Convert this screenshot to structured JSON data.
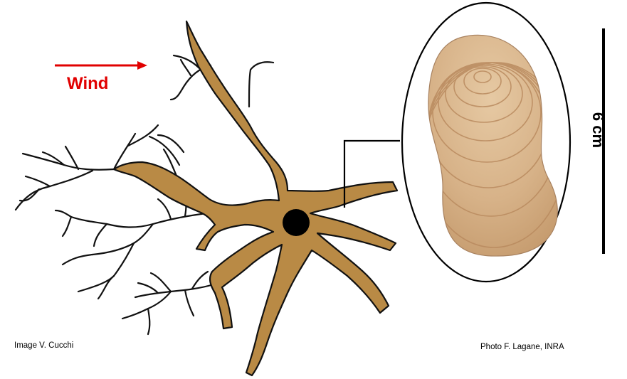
{
  "wind": {
    "label": "Wind",
    "color": "#e10000"
  },
  "scale_bar": {
    "label": "6 cm"
  },
  "credits": {
    "illustration": "Image V. Cucchi",
    "photo": "Photo F. Lagane, INRA"
  },
  "colors": {
    "root": "#b98a45",
    "root_outline": "#111111",
    "center": "#000000",
    "wood_light": "#d9b690",
    "wood_ring": "#b98a5f"
  }
}
